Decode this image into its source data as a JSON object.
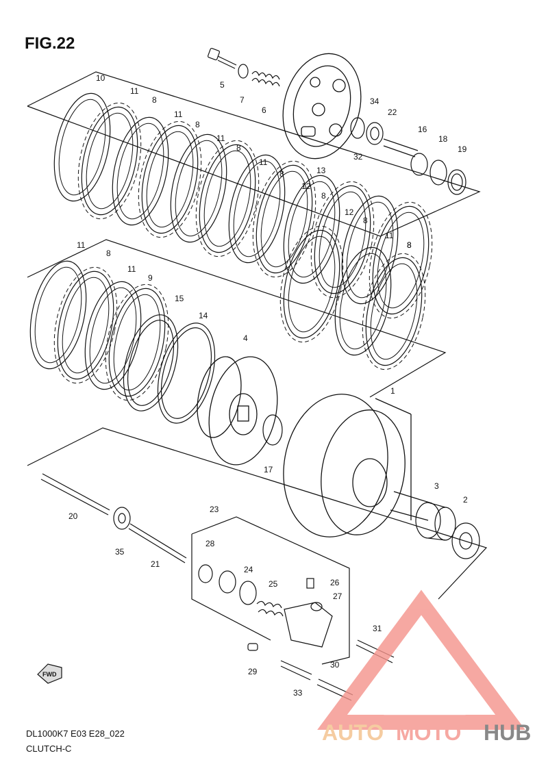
{
  "figure": {
    "title": "FIG.22"
  },
  "footer": {
    "code": "DL1000K7 E03 E28_022",
    "name": "CLUTCH-C"
  },
  "watermark": {
    "text_a": "AUTO",
    "text_b": "MOTO",
    "text_c": "HUB",
    "colors": {
      "primary": "#f4938b",
      "secondary": "#f3c08a",
      "dark": "#6b6b6b"
    }
  },
  "fwd": {
    "label": "FWD"
  },
  "callouts": [
    {
      "id": "1",
      "label": "1"
    },
    {
      "id": "2",
      "label": "2"
    },
    {
      "id": "3",
      "label": "3"
    },
    {
      "id": "4",
      "label": "4"
    },
    {
      "id": "5",
      "label": "5"
    },
    {
      "id": "6",
      "label": "6"
    },
    {
      "id": "7",
      "label": "7"
    },
    {
      "id": "8a",
      "label": "8"
    },
    {
      "id": "8b",
      "label": "8"
    },
    {
      "id": "8c",
      "label": "8"
    },
    {
      "id": "8d",
      "label": "8"
    },
    {
      "id": "8e",
      "label": "8"
    },
    {
      "id": "8f",
      "label": "8"
    },
    {
      "id": "8g",
      "label": "8"
    },
    {
      "id": "8h",
      "label": "8"
    },
    {
      "id": "8i",
      "label": "8"
    },
    {
      "id": "9",
      "label": "9"
    },
    {
      "id": "10",
      "label": "10"
    },
    {
      "id": "11a",
      "label": "11"
    },
    {
      "id": "11b",
      "label": "11"
    },
    {
      "id": "11c",
      "label": "11"
    },
    {
      "id": "11d",
      "label": "11"
    },
    {
      "id": "11e",
      "label": "11"
    },
    {
      "id": "11f",
      "label": "11"
    },
    {
      "id": "11g",
      "label": "11"
    },
    {
      "id": "12a",
      "label": "12"
    },
    {
      "id": "12b",
      "label": "12"
    },
    {
      "id": "13",
      "label": "13"
    },
    {
      "id": "14",
      "label": "14"
    },
    {
      "id": "15",
      "label": "15"
    },
    {
      "id": "16",
      "label": "16"
    },
    {
      "id": "17",
      "label": "17"
    },
    {
      "id": "18",
      "label": "18"
    },
    {
      "id": "19",
      "label": "19"
    },
    {
      "id": "20",
      "label": "20"
    },
    {
      "id": "21",
      "label": "21"
    },
    {
      "id": "22",
      "label": "22"
    },
    {
      "id": "23",
      "label": "23"
    },
    {
      "id": "24",
      "label": "24"
    },
    {
      "id": "25",
      "label": "25"
    },
    {
      "id": "26",
      "label": "26"
    },
    {
      "id": "27",
      "label": "27"
    },
    {
      "id": "28",
      "label": "28"
    },
    {
      "id": "29",
      "label": "29"
    },
    {
      "id": "30",
      "label": "30"
    },
    {
      "id": "31",
      "label": "31"
    },
    {
      "id": "32",
      "label": "32"
    },
    {
      "id": "33",
      "label": "33"
    },
    {
      "id": "34",
      "label": "34"
    },
    {
      "id": "35",
      "label": "35"
    }
  ]
}
